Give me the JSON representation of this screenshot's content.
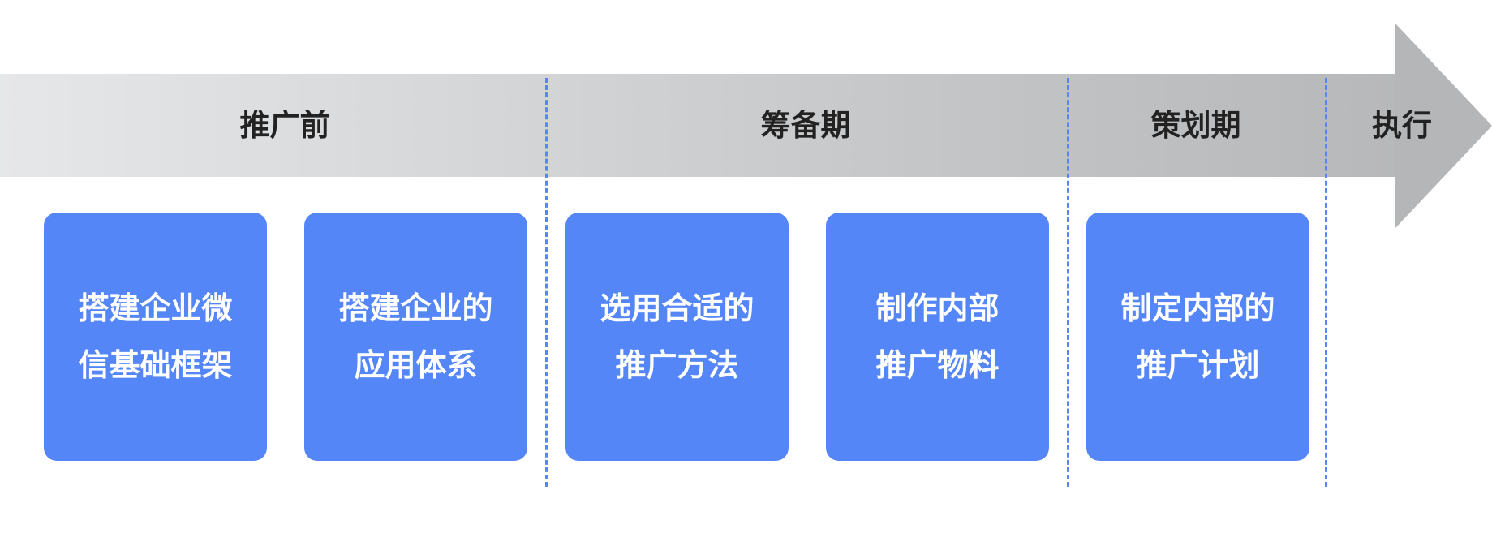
{
  "diagram": {
    "phases": [
      {
        "label": "推广前"
      },
      {
        "label": "筹备期"
      },
      {
        "label": "策划期"
      },
      {
        "label": "执行"
      }
    ],
    "steps": [
      {
        "line1": "搭建企业微",
        "line2": "信基础框架"
      },
      {
        "line1": "搭建企业的",
        "line2": "应用体系"
      },
      {
        "line1": "选用合适的",
        "line2": "推广方法"
      },
      {
        "line1": "制作内部",
        "line2": "推广物料"
      },
      {
        "line1": "制定内部的",
        "line2": "推广计划"
      }
    ],
    "colors": {
      "box": "#5486f8",
      "box_text": "#ffffff",
      "divider": "#5b86f0",
      "arrow_start": "#e6e7e9",
      "arrow_end": "#b5b6b8",
      "label_text": "#222222"
    }
  }
}
